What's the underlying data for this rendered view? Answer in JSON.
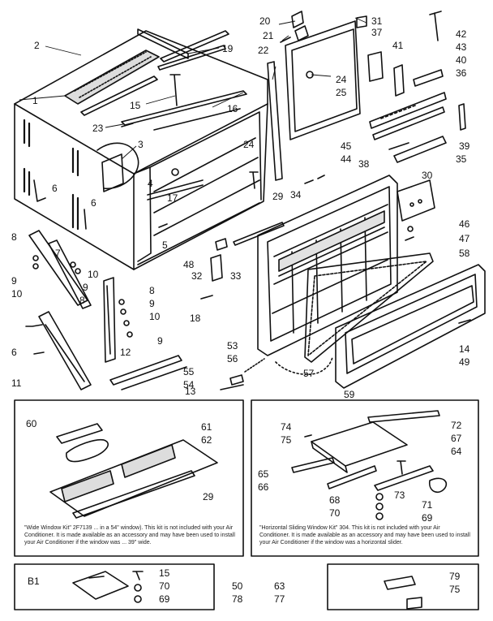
{
  "callouts": {
    "n1": "1",
    "n2": "2",
    "n3": "3",
    "n4": "4",
    "n5": "5",
    "n6a": "6",
    "n6b": "6",
    "n6c": "6",
    "n7": "7",
    "n8a": "8",
    "n8b": "8",
    "n8c": "8",
    "n9a": "9",
    "n9b": "9",
    "n9c": "9",
    "n9d": "9",
    "n10a": "10",
    "n10b": "10",
    "n10c": "10",
    "n11": "11",
    "n12": "12",
    "n13": "13",
    "n14": "14",
    "n15": "15",
    "n16": "16",
    "n17": "17",
    "n18": "18",
    "n19": "19",
    "n20": "20",
    "n21": "21",
    "n22": "22",
    "n23": "23",
    "n24a": "24",
    "n24b": "24",
    "n25": "25",
    "n29a": "29",
    "n29b": "29",
    "n30": "30",
    "n31": "31",
    "n32": "32",
    "n33": "33",
    "n34": "34",
    "n35": "35",
    "n36": "36",
    "n37": "37",
    "n38": "38",
    "n39": "39",
    "n40": "40",
    "n41": "41",
    "n42": "42",
    "n43": "43",
    "n44": "44",
    "n45": "45",
    "n46": "46",
    "n47": "47",
    "n48": "48",
    "n49": "49",
    "n53": "53",
    "n54": "54",
    "n55": "55",
    "n56": "56",
    "n57": "57",
    "n58": "58",
    "n59": "59",
    "n60": "60",
    "n61": "61",
    "n62": "62",
    "n50": "50",
    "n63": "63",
    "n64": "64",
    "n65": "65",
    "n66": "66",
    "n67": "67",
    "n68": "68",
    "n69a": "69",
    "n70a": "70",
    "n71": "71",
    "n72": "72",
    "n73": "73",
    "n74": "74",
    "n75a": "75",
    "n77": "77",
    "n78": "78",
    "n79": "79",
    "n75b": "75",
    "n81": "B1",
    "n15b": "15",
    "n70b": "70",
    "n69b": "69"
  },
  "captions": {
    "window_kit": "\"Wide Window Kit\" 2F7139 ... in a 54\" window). This kit is not included with your Air Conditioner. It is made available as an accessory and may have been used to install your Air Conditioner if the window was ... 39\" wide.",
    "slider_kit": "\"Horizontal Sliding Window Kit\" 304. This kit is not included with your Air Conditioner. It is made available as an accessory and may have been used to install your Air Conditioner if the window was a horizontal slider."
  }
}
